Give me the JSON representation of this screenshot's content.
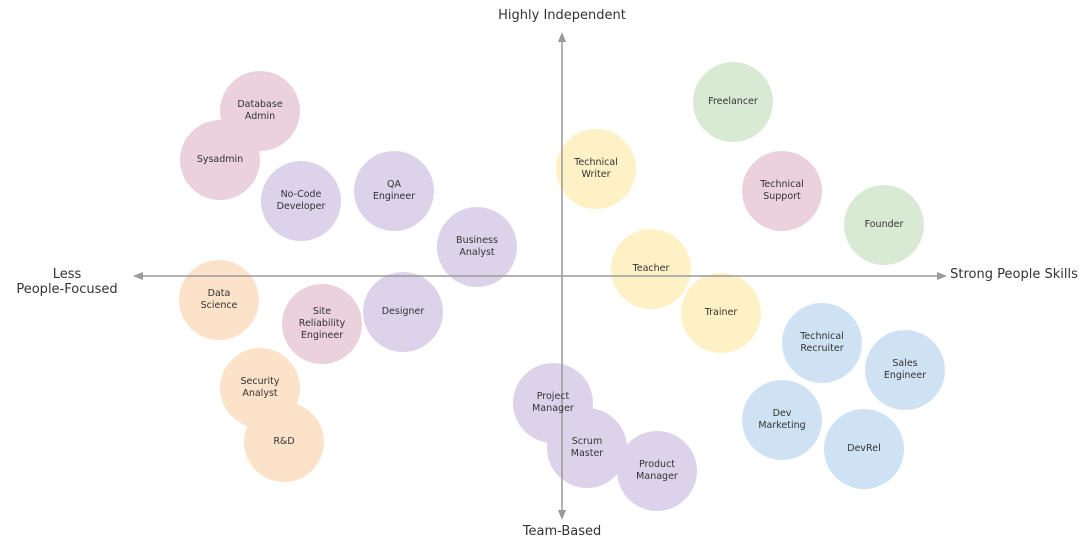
{
  "axes": {
    "top": "Highly Independent",
    "bottom": "Team-Based",
    "left": "Less\nPeople-Focused",
    "right": "Strong People Skills"
  },
  "colors": {
    "axis": "#999999",
    "pink": "#ead1dc",
    "purple": "#dcd3ea",
    "orange": "#fce2c9",
    "yellow": "#fff1c6",
    "green": "#d8ead3",
    "blue": "#cfe2f3"
  },
  "roles": [
    {
      "name": "Database\nAdmin",
      "color": "pink"
    },
    {
      "name": "Sysadmin",
      "color": "pink"
    },
    {
      "name": "No-Code\nDeveloper",
      "color": "purple"
    },
    {
      "name": "QA\nEngineer",
      "color": "purple"
    },
    {
      "name": "Business\nAnalyst",
      "color": "purple"
    },
    {
      "name": "Designer",
      "color": "purple"
    },
    {
      "name": "Site\nReliability\nEngineer",
      "color": "pink"
    },
    {
      "name": "Data\nScience",
      "color": "orange"
    },
    {
      "name": "Security\nAnalyst",
      "color": "orange"
    },
    {
      "name": "R&D",
      "color": "orange"
    },
    {
      "name": "Technical\nWriter",
      "color": "yellow"
    },
    {
      "name": "Teacher",
      "color": "yellow"
    },
    {
      "name": "Trainer",
      "color": "yellow"
    },
    {
      "name": "Project\nManager",
      "color": "purple"
    },
    {
      "name": "Scrum\nMaster",
      "color": "purple"
    },
    {
      "name": "Product\nManager",
      "color": "purple"
    },
    {
      "name": "Freelancer",
      "color": "green"
    },
    {
      "name": "Technical\nSupport",
      "color": "pink"
    },
    {
      "name": "Founder",
      "color": "green"
    },
    {
      "name": "Technical\nRecruiter",
      "color": "blue"
    },
    {
      "name": "Sales\nEngineer",
      "color": "blue"
    },
    {
      "name": "Dev\nMarketing",
      "color": "blue"
    },
    {
      "name": "DevRel",
      "color": "blue"
    }
  ]
}
